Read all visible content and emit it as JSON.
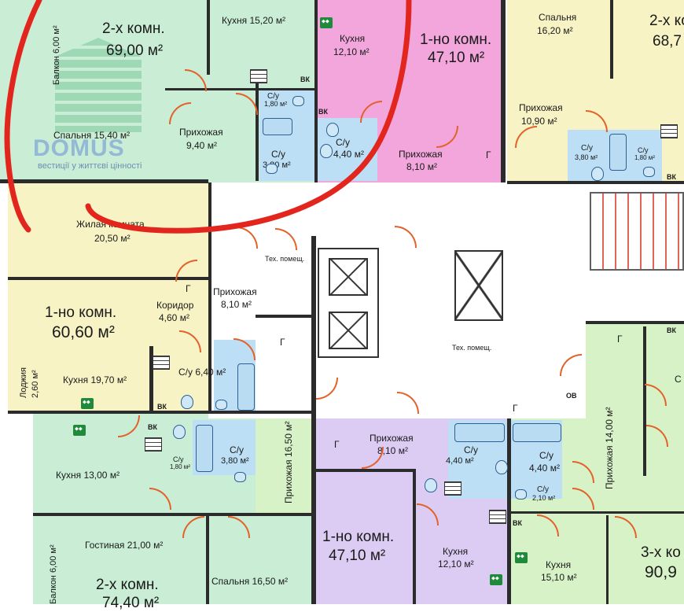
{
  "watermark": {
    "brand": "DOMUS",
    "tagline": "вестиції у життєві цінності"
  },
  "units": {
    "u2_top_left": {
      "title": "2-х комн.",
      "area": "69,00 м²"
    },
    "u1_top_mid": {
      "title": "1-но комн.",
      "area": "47,10 м²"
    },
    "u2_top_right": {
      "title": "2-х ко",
      "area": "68,7"
    },
    "u1_mid_left": {
      "title": "1-но комн.",
      "area": "60,60 м²"
    },
    "u1_bottom_mid": {
      "title": "1-но комн.",
      "area": "47,10 м²"
    },
    "u2_bottom_left": {
      "title": "2-х комн.",
      "area": "74,40 м²"
    },
    "u3_bottom_right": {
      "title": "3-х ко",
      "area": "90,9"
    }
  },
  "rooms": {
    "balcony_top": "Балкон 6,00 м²",
    "kitchen_15_20": "Кухня 15,20 м²",
    "kitchen_12_10_top": "Кухня",
    "kitchen_12_10_top_area": "12,10 м²",
    "bedroom_16_20": "Спальня",
    "bedroom_16_20_area": "16,20 м²",
    "bath_1_80_a": "С/у",
    "bath_1_80_a_area": "1,80 м²",
    "hall_9_40": "Прихожая",
    "hall_9_40_area": "9,40 м²",
    "bath_3_80_a": "С/у",
    "bath_3_80_a_area": "3,80 м²",
    "bath_4_40_a": "С/у",
    "bath_4_40_a_area": "4,40 м²",
    "hall_8_10_a": "Прихожая",
    "hall_8_10_a_area": "8,10 м²",
    "hall_10_90": "Прихожая",
    "hall_10_90_area": "10,90 м²",
    "bath_3_80_b": "С/у",
    "bath_3_80_b_area": "3,80 м²",
    "bath_1_80_b": "С/у",
    "bath_1_80_b_area": "1,80 м²",
    "bedroom_15_40": "Спальня 15,40 м²",
    "living_20_50": "Жилая комната",
    "living_20_50_area": "20,50 м²",
    "tech_room_a": "Тех. помещ.",
    "tech_room_b": "Тех. помещ.",
    "hall_8_10_b": "Прихожая",
    "hall_8_10_b_area": "8,10 м²",
    "corridor_4_60": "Коридор",
    "corridor_4_60_area": "4,60 м²",
    "loggia": "Лоджия",
    "loggia_area": "2,60 м²",
    "kitchen_19_70": "Кухня 19,70 м²",
    "bath_6_40": "С/у 6,40 м²",
    "hall_16_50": "Прихожая 16,50 м²",
    "hall_14_00": "Прихожая 14,00 м²",
    "bath_1_80_c": "С/у",
    "bath_1_80_c_area": "1,80 м²",
    "bath_3_80_c": "С/у",
    "bath_3_80_c_area": "3,80 м²",
    "kitchen_13_00": "Кухня 13,00 м²",
    "hall_8_10_c": "Прихожая",
    "hall_8_10_c_area": "8,10 м²",
    "bath_4_40_b": "С/у",
    "bath_4_40_b_area": "4,40 м²",
    "bath_4_40_c": "С/у",
    "bath_4_40_c_area": "4,40 м²",
    "bath_2_10": "С/у",
    "bath_2_10_area": "2,10 м²",
    "balcony_bottom": "Балкон 6,00 м²",
    "guest_21_00": "Гостиная 21,00 м²",
    "bedroom_16_50": "Спальня 16,50 м²",
    "kitchen_12_10_bottom": "Кухня",
    "kitchen_12_10_bottom_area": "12,10 м²",
    "kitchen_15_10": "Кухня",
    "kitchen_15_10_area": "15,10 м²",
    "right_edge_c": "С"
  },
  "marks": {
    "g": "Г",
    "vk": "ВК",
    "ov": "ОВ"
  },
  "colors": {
    "green_room": "#c9edd5",
    "pink_room": "#f2a6dc",
    "yellow_room": "#f7f3c4",
    "purple_room": "#dccbf2",
    "light_green": "#d8f2c8",
    "bath_blue": "#bcdff5",
    "door_orange": "#e2622a",
    "annotation_red": "#e2261d"
  }
}
